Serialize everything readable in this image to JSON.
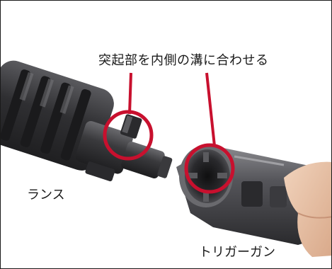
{
  "annotation_text": "突起部を内側の溝に合わせる",
  "lance_label": "ランス",
  "trigger_gun_label": "トリガーガン",
  "colors": {
    "highlight_red": "#c8102e",
    "part_dark": "#2b2b2d",
    "part_mid": "#4a4a4d",
    "skin": "#e9c7ad",
    "text": "#1a1a1a"
  }
}
